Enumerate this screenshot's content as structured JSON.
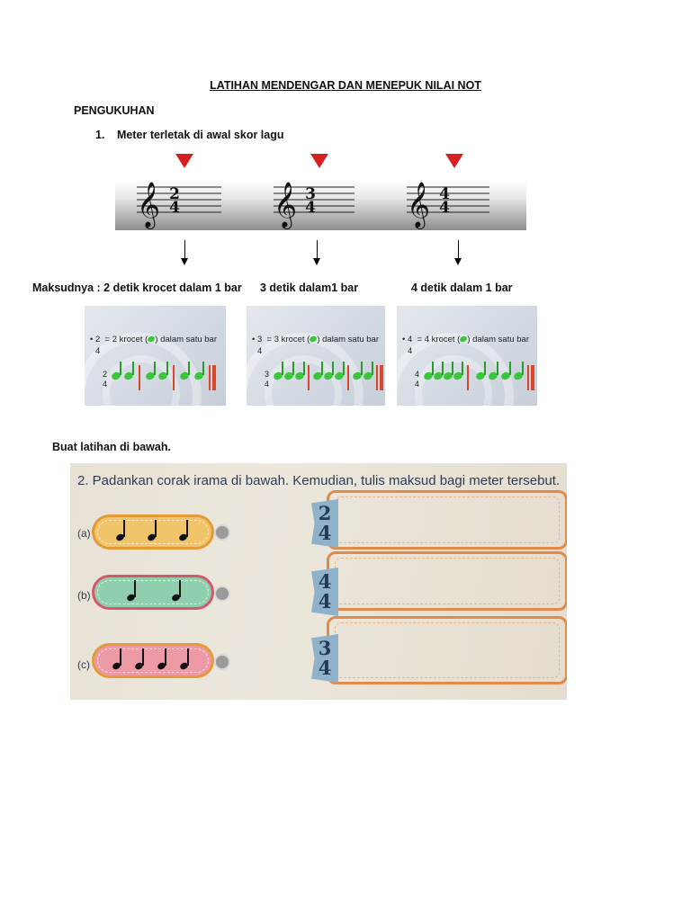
{
  "title": "LATIHAN MENDENGAR DAN MENEPUK NILAI NOT",
  "section": "PENGUKUHAN",
  "item1": {
    "number": "1.",
    "text": "Meter terletak di awal skor lagu"
  },
  "staves": [
    {
      "top": "2",
      "bottom": "4"
    },
    {
      "top": "3",
      "bottom": "4"
    },
    {
      "top": "4",
      "bottom": "4"
    }
  ],
  "meanings": [
    "Maksudnya : 2 detik krocet dalam 1 bar",
    "3 detik dalam1 bar",
    "4 detik dalam 1 bar"
  ],
  "cards": [
    {
      "top": "2",
      "bottom": "4",
      "prefix": "= 2 krocet (",
      "suffix": ") dalam satu bar",
      "ts_top": "2",
      "ts_bottom": "4"
    },
    {
      "top": "3",
      "bottom": "4",
      "prefix": "= 3 krocet (",
      "suffix": ") dalam satu bar",
      "ts_top": "3",
      "ts_bottom": "4"
    },
    {
      "top": "4",
      "bottom": "4",
      "prefix": "= 4 krocet (",
      "suffix": ") dalam satu bar",
      "ts_top": "4",
      "ts_bottom": "4"
    }
  ],
  "exercise_label": "Buat latihan di bawah.",
  "exercise": {
    "question": "2. Padankan corak irama di bawah. Kemudian, tulis maksud bagi meter tersebut.",
    "rows": [
      {
        "label": "(a)",
        "color": "#f2c46a"
      },
      {
        "label": "(b)",
        "color": "#8fcfae"
      },
      {
        "label": "(c)",
        "color": "#ec9aa6"
      }
    ],
    "meters": [
      {
        "top": "2",
        "bottom": "4"
      },
      {
        "top": "4",
        "bottom": "4"
      },
      {
        "top": "3",
        "bottom": "4"
      }
    ]
  },
  "colors": {
    "marker": "#d62020",
    "note": "#3ac63a",
    "barline": "#d9472b"
  }
}
